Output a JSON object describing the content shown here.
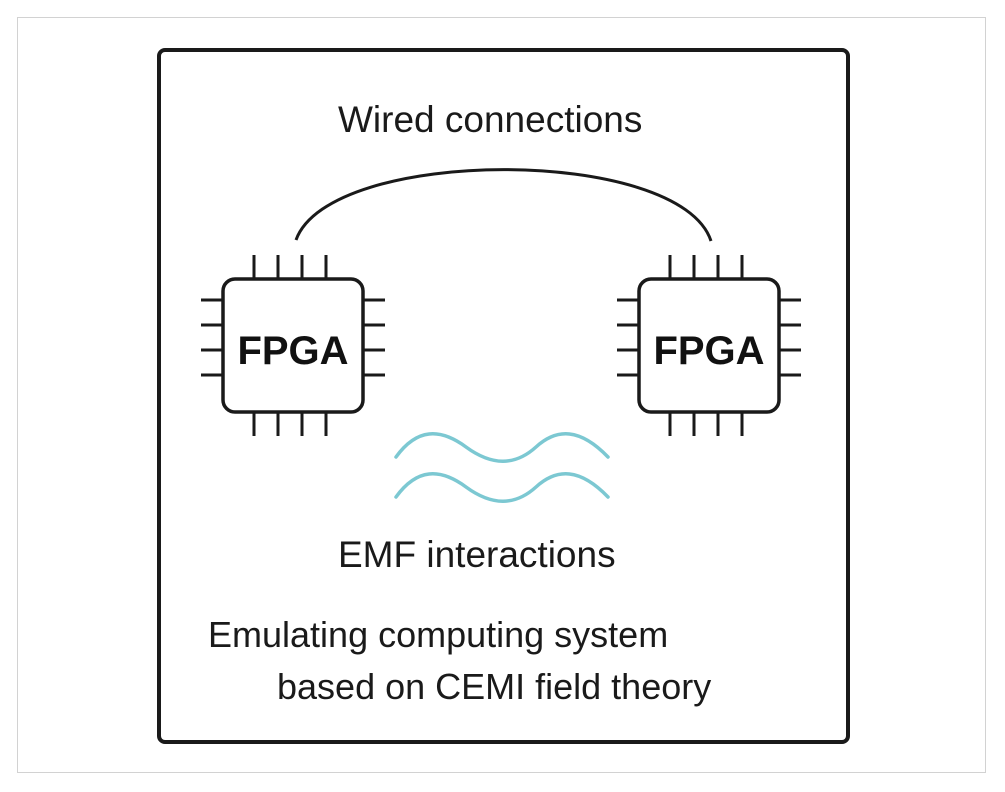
{
  "diagram": {
    "title": "Wired connections",
    "nodes": [
      {
        "id": "fpga-left",
        "label": "FPGA"
      },
      {
        "id": "fpga-right",
        "label": "FPGA"
      }
    ],
    "edges": [
      {
        "from": "fpga-left",
        "to": "fpga-right",
        "kind": "wired"
      }
    ],
    "wave_label": "EMF interactions",
    "caption_line1": "Emulating computing system",
    "caption_line2": "based on CEMI field theory"
  },
  "colors": {
    "line": "#1a1a1a",
    "wave": "#7cc8d2",
    "frame": "#d2d2d2"
  }
}
